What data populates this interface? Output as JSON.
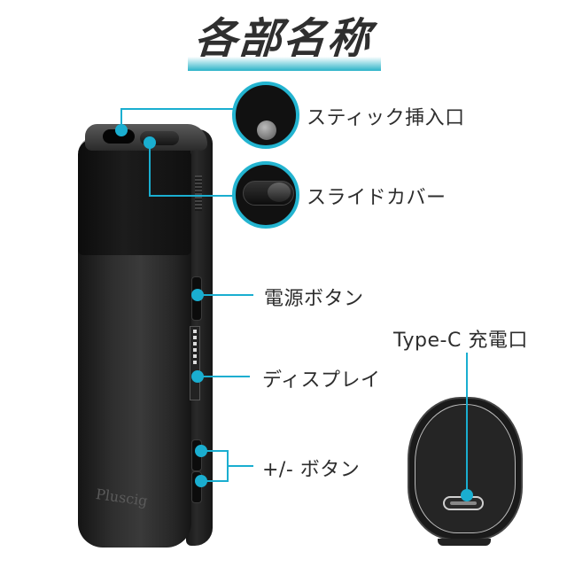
{
  "header": {
    "title": "各部名称"
  },
  "device": {
    "brand": "Pluscig"
  },
  "callouts": [
    {
      "id": "stick-slot",
      "label": "スティック挿入口"
    },
    {
      "id": "slide-cover",
      "label": "スライドカバー"
    },
    {
      "id": "power-button",
      "label": "電源ボタン"
    },
    {
      "id": "display",
      "label": "ディスプレイ"
    },
    {
      "id": "plus-minus-buttons",
      "label": "+/- ボタン"
    },
    {
      "id": "type-c-port",
      "label": "Type-C 充電口"
    }
  ],
  "colors": {
    "accent": "#1aaed0",
    "title_text": "#2f2f2f",
    "label_text": "#2d2d2d",
    "device_body": "#1e1e1e"
  }
}
